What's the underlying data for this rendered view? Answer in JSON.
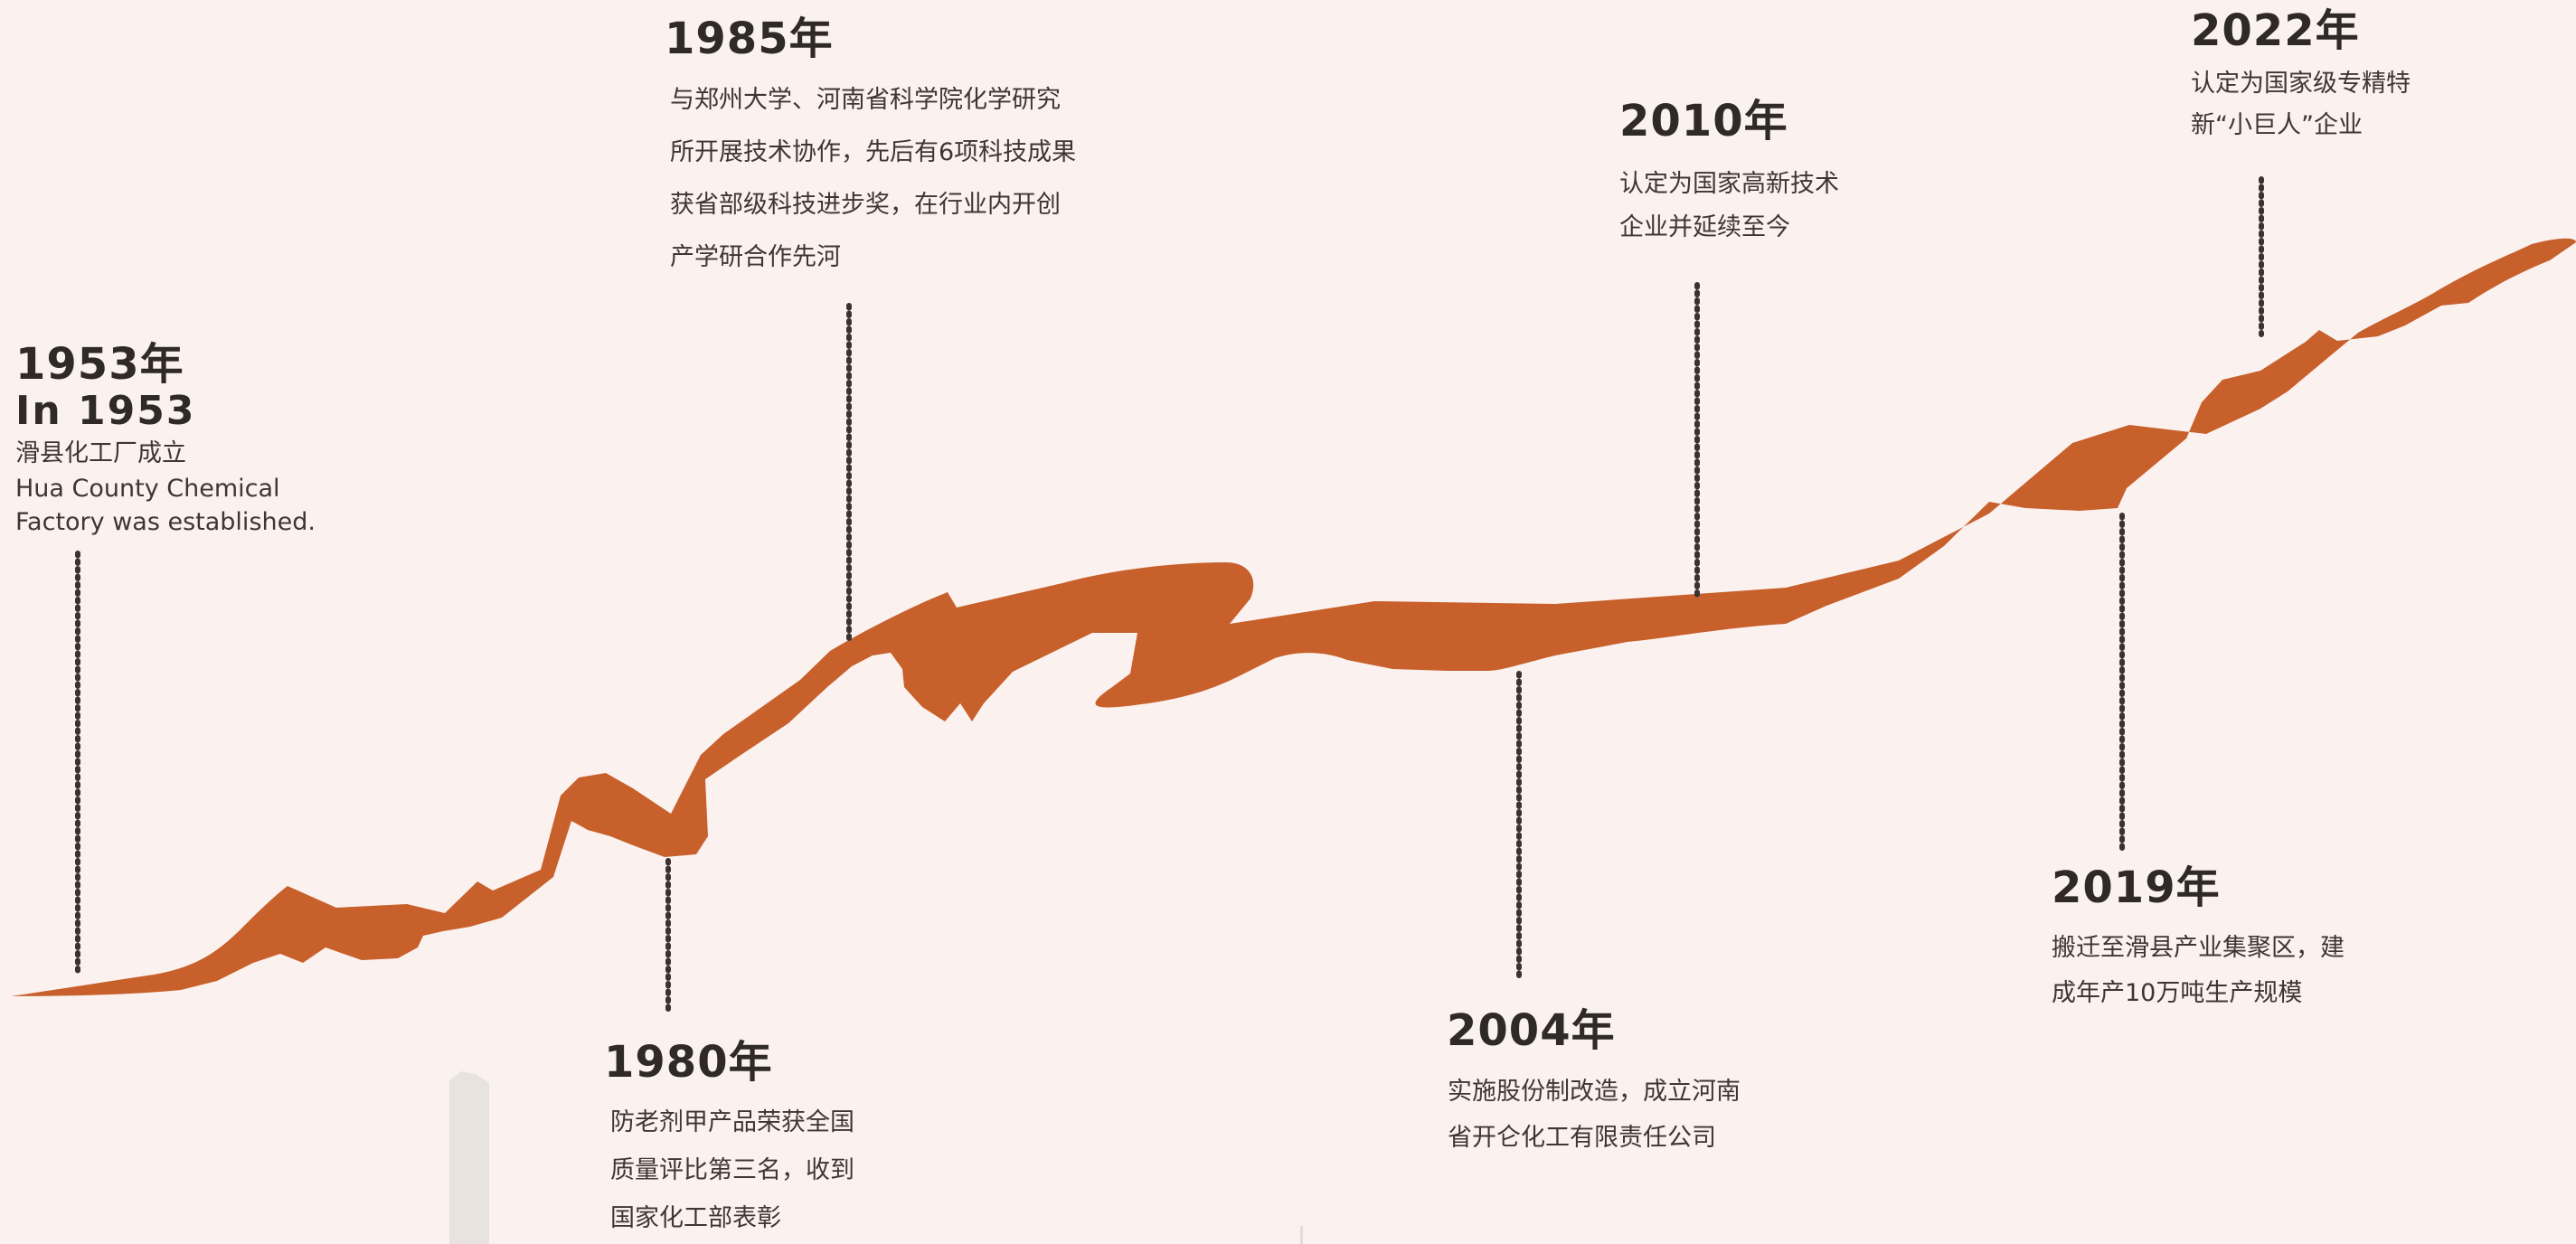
{
  "colors": {
    "background": "#fbf2ef",
    "river": "#c8602c",
    "text": "#2f2a27",
    "dots": "#3a3330"
  },
  "milestones": {
    "m1953": {
      "year": "1953年",
      "year_en": "In 1953",
      "lines": [
        "滑县化工厂成立"
      ],
      "lines_en": [
        "Hua County Chemical",
        "Factory was established."
      ]
    },
    "m1980": {
      "year": "1980年",
      "lines": [
        "防老剂甲产品荣获全国",
        "质量评比第三名，收到",
        "国家化工部表彰"
      ]
    },
    "m1985": {
      "year": "1985年",
      "lines": [
        "与郑州大学、河南省科学院化学研究",
        "所开展技术协作，先后有6项科技成果",
        "获省部级科技进步奖，在行业内开创",
        "产学研合作先河"
      ]
    },
    "m2004": {
      "year": "2004年",
      "lines": [
        "实施股份制改造，成立河南",
        "省开仑化工有限责任公司"
      ]
    },
    "m2010": {
      "year": "2010年",
      "lines": [
        "认定为国家高新技术",
        "企业并延续至今"
      ]
    },
    "m2019": {
      "year": "2019年",
      "lines": [
        "搬迁至滑县产业集聚区，建",
        "成年产10万吨生产规模"
      ]
    },
    "m2022": {
      "year": "2022年",
      "lines": [
        "认定为国家级专精特",
        "新“小巨人”企业"
      ]
    }
  }
}
